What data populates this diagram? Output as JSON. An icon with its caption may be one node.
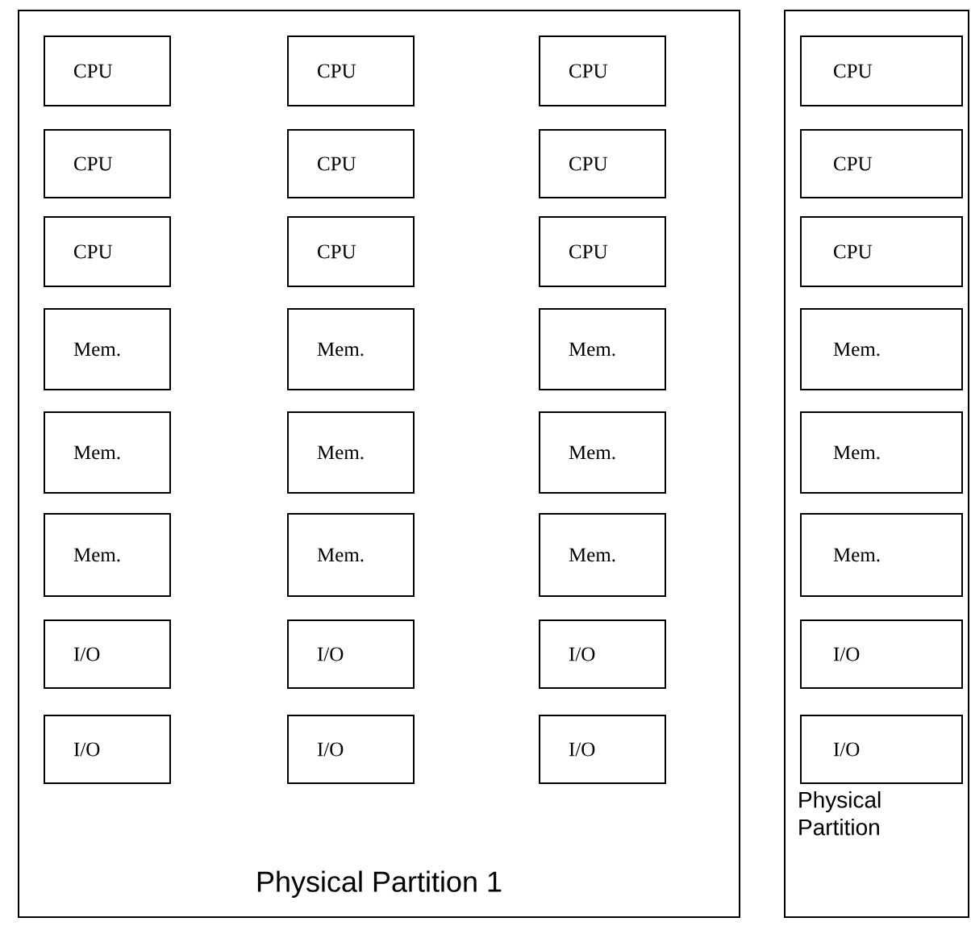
{
  "diagram": {
    "nodes": [
      {
        "text": [
          "Physical Partition 1"
        ]
      },
      {
        "text": [
          "CPU"
        ],
        "in": 0
      },
      {
        "text": [
          "CPU"
        ],
        "in": 0
      },
      {
        "text": [
          "CPU"
        ],
        "in": 0
      },
      {
        "text": [
          "CPU"
        ],
        "in": 0
      },
      {
        "text": [
          "CPU"
        ],
        "in": 0
      },
      {
        "text": [
          "CPU"
        ],
        "in": 0
      },
      {
        "text": [
          "CPU"
        ],
        "in": 0
      },
      {
        "text": [
          "CPU"
        ],
        "in": 0
      },
      {
        "text": [
          "CPU"
        ],
        "in": 0
      },
      {
        "text": [
          "Mem."
        ],
        "in": 0
      },
      {
        "text": [
          "Mem."
        ],
        "in": 0
      },
      {
        "text": [
          "Mem."
        ],
        "in": 0
      },
      {
        "text": [
          "Mem."
        ],
        "in": 0
      },
      {
        "text": [
          "Mem."
        ],
        "in": 0
      },
      {
        "text": [
          "Mem."
        ],
        "in": 0
      },
      {
        "text": [
          "Mem."
        ],
        "in": 0
      },
      {
        "text": [
          "Mem."
        ],
        "in": 0
      },
      {
        "text": [
          "Mem."
        ],
        "in": 0
      },
      {
        "text": [
          "I/O"
        ],
        "in": 0
      },
      {
        "text": [
          "I/O"
        ],
        "in": 0
      },
      {
        "text": [
          "I/O"
        ],
        "in": 0
      },
      {
        "text": [
          "I/O"
        ],
        "in": 0
      },
      {
        "text": [
          "I/O"
        ],
        "in": 0
      },
      {
        "text": [
          "I/O"
        ],
        "in": 0
      },
      {
        "text": [
          "Physical Partition"
        ]
      },
      {
        "text": [
          "CPU"
        ],
        "in": 25
      },
      {
        "text": [
          "CPU"
        ],
        "in": 25
      },
      {
        "text": [
          "CPU"
        ],
        "in": 25
      },
      {
        "text": [
          "Mem."
        ],
        "in": 25
      },
      {
        "text": [
          "Mem."
        ],
        "in": 25
      },
      {
        "text": [
          "Mem."
        ],
        "in": 25
      },
      {
        "text": [
          "I/O"
        ],
        "in": 25
      },
      {
        "text": [
          "I/O"
        ],
        "in": 25
      }
    ]
  }
}
